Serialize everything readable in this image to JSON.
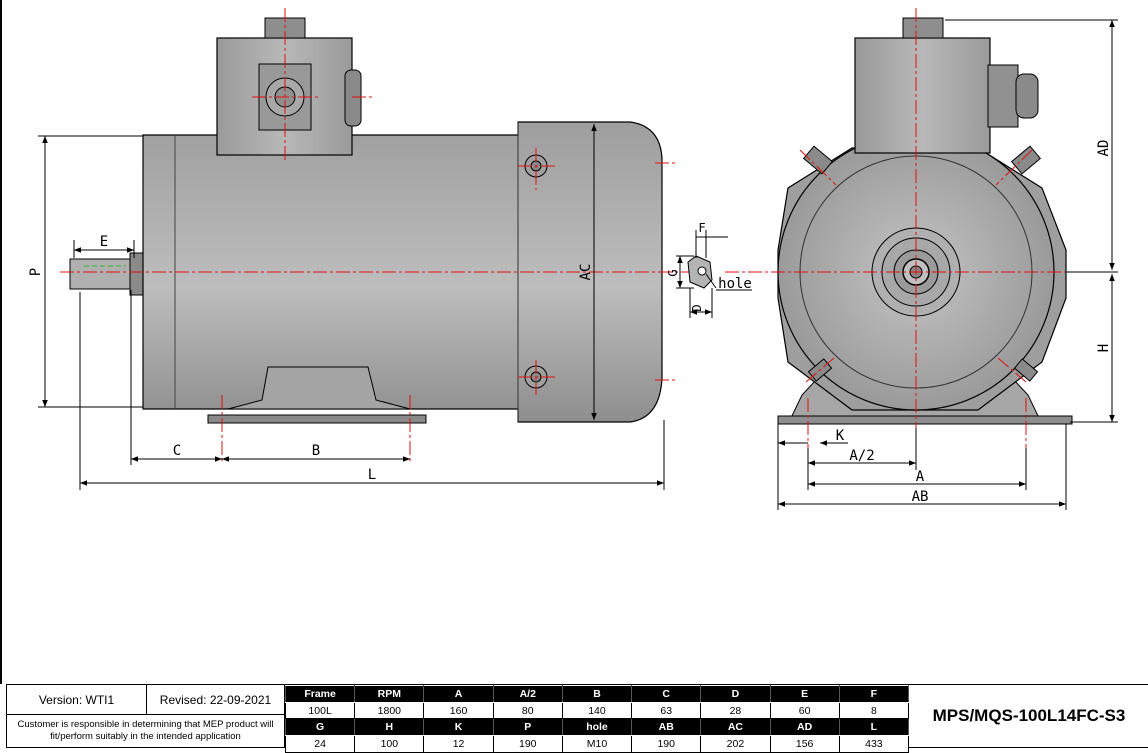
{
  "drawing": {
    "dimension_labels": {
      "E": "E",
      "P": "P",
      "AC": "AC",
      "C": "C",
      "B": "B",
      "L": "L",
      "F": "F",
      "G": "G",
      "D": "D",
      "hole": "hole",
      "AD": "AD",
      "H": "H",
      "K": "K",
      "A_half": "A/2",
      "A": "A",
      "AB": "AB"
    },
    "colors": {
      "body": "#a9a9a9",
      "centerline": "#e01010",
      "dimension": "#000000"
    }
  },
  "title_block": {
    "version": "Version: WTI1",
    "revised": "Revised: 22-09-2021",
    "disclaimer": "Customer is responsible in determining that MEP product will fit/perform suitably in the intended application",
    "model": "MPS/MQS-100L14FC-S3",
    "specs_row1": {
      "headers": [
        "Frame",
        "RPM",
        "A",
        "A/2",
        "B",
        "C",
        "D",
        "E",
        "F"
      ],
      "values": [
        "100L",
        "1800",
        "160",
        "80",
        "140",
        "63",
        "28",
        "60",
        "8"
      ]
    },
    "specs_row2": {
      "headers": [
        "G",
        "H",
        "K",
        "P",
        "hole",
        "AB",
        "AC",
        "AD",
        "L"
      ],
      "values": [
        "24",
        "100",
        "12",
        "190",
        "M10",
        "190",
        "202",
        "156",
        "433"
      ]
    }
  }
}
